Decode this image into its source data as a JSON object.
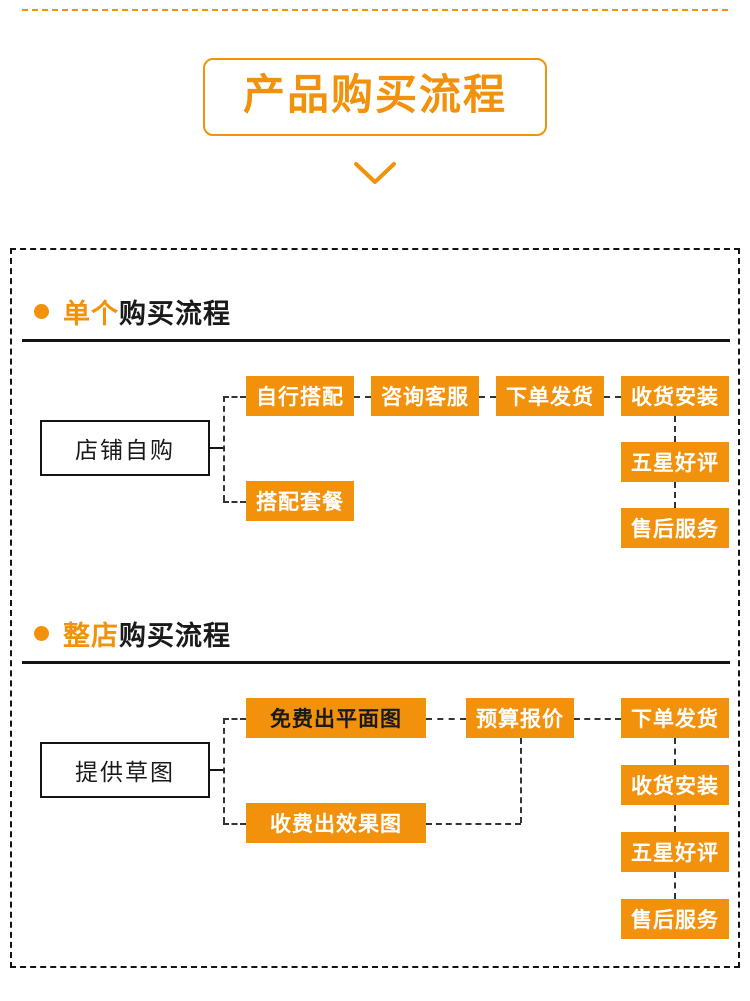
{
  "header": {
    "title": "产品购买流程",
    "chevron_icon": "chevron-down-icon",
    "accent_color": "#F2920C",
    "top_divider_style": "dashed"
  },
  "sections": [
    {
      "id": "single",
      "bullet_icon": "bullet-dot-icon",
      "title_highlight": "单个",
      "title_rest": "购买流程",
      "start_node": "店铺自购",
      "branches": [
        "自行搭配",
        "搭配套餐"
      ],
      "chain": [
        "咨询客服",
        "下单发货",
        "收货安装",
        "五星好评",
        "售后服务"
      ]
    },
    {
      "id": "whole-store",
      "bullet_icon": "bullet-dot-icon",
      "title_highlight": "整店",
      "title_rest": "购买流程",
      "start_node": "提供草图",
      "branches": [
        "免费出平面图",
        "收费出效果图"
      ],
      "merge_node": "预算报价",
      "chain": [
        "下单发货",
        "收货安装",
        "五星好评",
        "售后服务"
      ]
    }
  ]
}
